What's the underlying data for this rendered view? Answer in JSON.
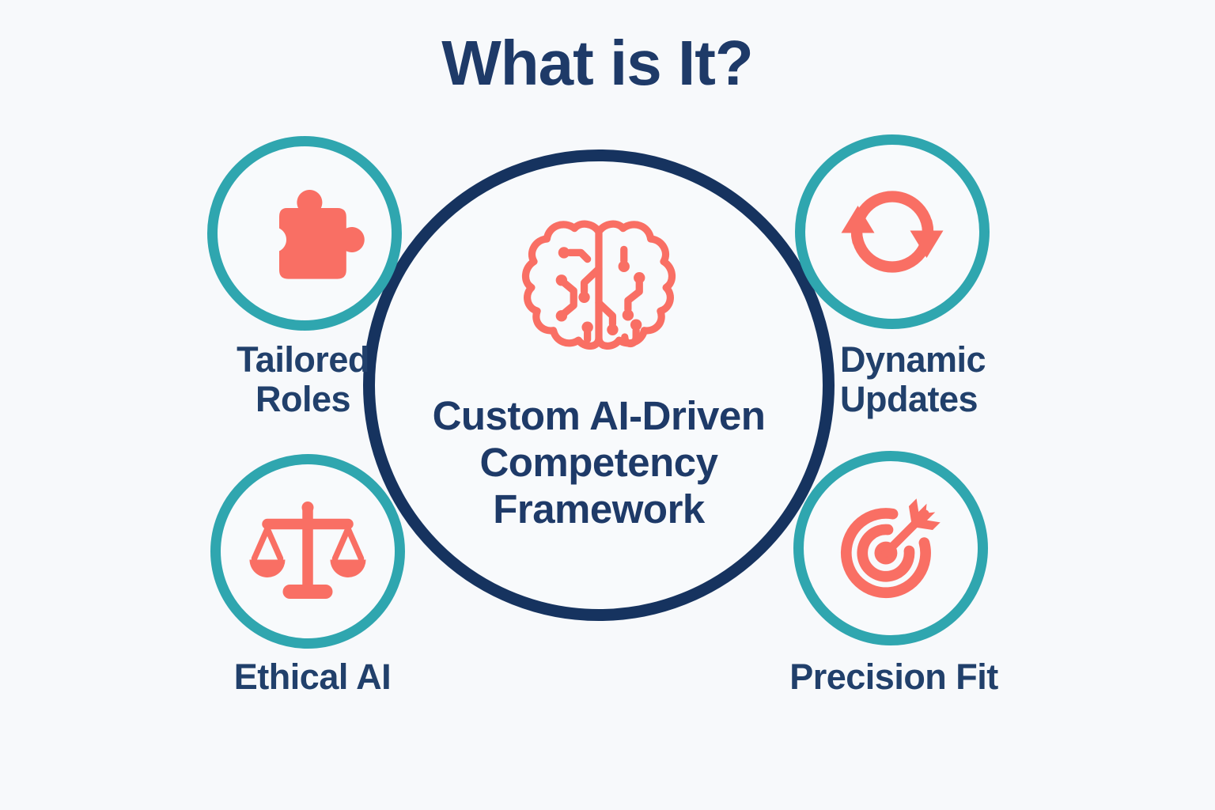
{
  "title": "What is It?",
  "center": {
    "label": "Custom AI-Driven Competency Framework",
    "label_lines": [
      "Custom AI-Driven",
      "Competency",
      "Framework"
    ],
    "icon": "brain-circuit-icon"
  },
  "features": [
    {
      "id": "tailored-roles",
      "icon": "puzzle-piece-icon",
      "label": "Tailored Roles",
      "label_lines": [
        "Tailored",
        "Roles"
      ]
    },
    {
      "id": "dynamic-updates",
      "icon": "refresh-arrows-icon",
      "label": "Dynamic Updates",
      "label_lines": [
        "Dynamic",
        "Updates"
      ]
    },
    {
      "id": "ethical-ai",
      "icon": "balance-scale-icon",
      "label": "Ethical AI",
      "label_lines": [
        "Ethical AI"
      ]
    },
    {
      "id": "precision-fit",
      "icon": "target-dart-icon",
      "label": "Precision Fit",
      "label_lines": [
        "Precision Fit"
      ]
    }
  ],
  "colors": {
    "background": "#F7F9FB",
    "navy_text": "#1E3A68",
    "navy_ring": "#16335F",
    "teal_ring": "#2FA6AF",
    "coral_icon": "#F96F64"
  }
}
